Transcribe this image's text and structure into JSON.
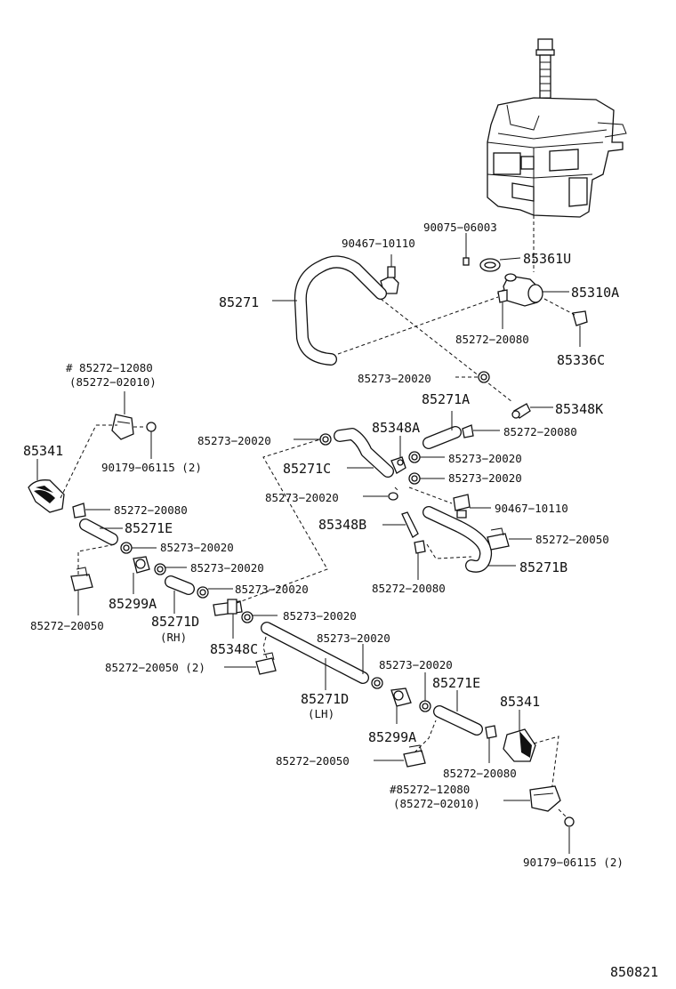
{
  "labels": {
    "p90075_06003": "90075−06003",
    "p90467_10110_top": "90467−10110",
    "p85361U": "85361U",
    "p85271": "85271",
    "p85310A": "85310A",
    "p85272_20080_pump": "85272−20080",
    "p85336C": "85336C",
    "p85273_20020_a": "85273−20020",
    "p85271A": "85271A",
    "p85348K": "85348K",
    "p85272_12080_l": "# 85272−12080",
    "p85272_02010_l": "(85272−02010)",
    "p85272_20080_b": "85272−20080",
    "p85348A": "85348A",
    "p85273_20020_b": "85273−20020",
    "p85341_l": "85341",
    "p90179_06115_l": "90179−06115 (2)",
    "p85273_20020_c": "85273−20020",
    "p85271C": "85271C",
    "p85273_20020_d": "85273−20020",
    "p85273_20020_e": "85273−20020",
    "p85272_20080_c": "85272−20080",
    "p90467_10110_mid": "90467−10110",
    "p85271E_l": "85271E",
    "p85348B": "85348B",
    "p85273_20020_f": "85273−20020",
    "p85272_20050_r": "85272−20050",
    "p85273_20020_g": "85273−20020",
    "p85271B": "85271B",
    "p85299A_l": "85299A",
    "p85272_20080_d": "85272−20080",
    "p85273_20020_h": "85273−20020",
    "p85272_20050_l": "85272−20050",
    "p85271D_rh": "85271D",
    "p_rh": "(RH)",
    "p85273_20020_i": "85273−20020",
    "p85348C": "85348C",
    "p85273_20020_j": "85273−20020",
    "p85272_20050_2": "85272−20050 (2)",
    "p85273_20020_k": "85273−20020",
    "p85271D_lh": "85271D",
    "p_lh": "(LH)",
    "p85271E_r": "85271E",
    "p85341_r": "85341",
    "p85299A_r": "85299A",
    "p85272_20050_b": "85272−20050",
    "p85272_20080_e": "85272−20080",
    "p85272_12080_r": "#85272−12080",
    "p85272_02010_r": "(85272−02010)",
    "p90179_06115_r": "90179−06115 (2)",
    "diagram_id": "850821"
  }
}
